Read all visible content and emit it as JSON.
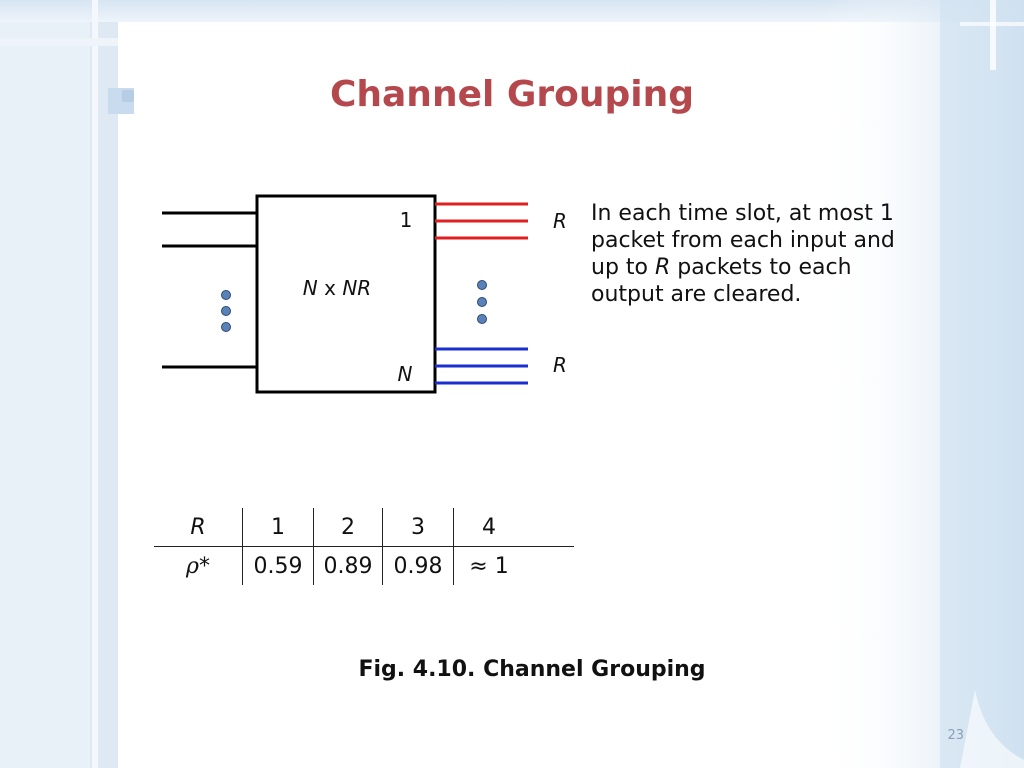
{
  "slide": {
    "title": "Channel Grouping",
    "page_number": "23"
  },
  "diagram": {
    "box_label_n": "N",
    "box_label_x": " x ",
    "box_label_nr": "NR",
    "port_top": "1",
    "port_bottom": "N",
    "group_top_label": "R",
    "group_bottom_label": "R",
    "top_group_color": "#e02020",
    "bottom_group_color": "#1a2fd0",
    "dot_color": "#5b82b8"
  },
  "description": {
    "part1": "In each time slot, at most 1 packet from each input and up to ",
    "r": "R",
    "part2": " packets to each output are cleared."
  },
  "table": {
    "header_label": "R",
    "header_values": [
      "1",
      "2",
      "3",
      "4"
    ],
    "row_label_rho": "ρ",
    "row_label_star": "*",
    "row_values": [
      "0.59",
      "0.89",
      "0.98",
      "≈ 1"
    ]
  },
  "caption": "Fig. 4.10. Channel Grouping"
}
